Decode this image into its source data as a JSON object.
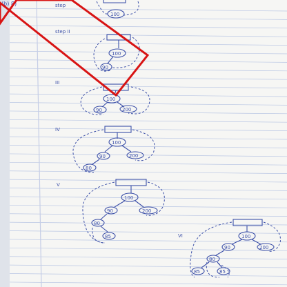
{
  "page": {
    "ink_color": "#3b4fa8",
    "line_color": "#b9c6e4",
    "margin_color": "#c5cde6",
    "annotation_color": "#d81414"
  },
  "header": {
    "question_label": "(b) 8)",
    "step_label": "step"
  },
  "steps": [
    {
      "label": "step II"
    },
    {
      "label": "III"
    },
    {
      "label": "IV"
    },
    {
      "label": "V"
    },
    {
      "label": "VI"
    }
  ],
  "nodes": {
    "root": "100",
    "left": "90",
    "right": "200",
    "left_left": "80",
    "left_left_left": "85",
    "left_left_right": "85"
  }
}
